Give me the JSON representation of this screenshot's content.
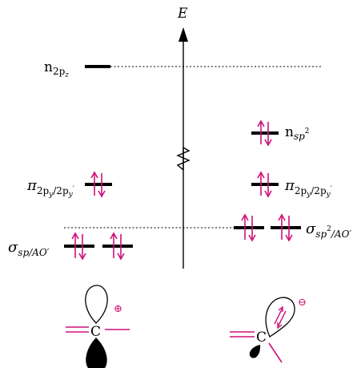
{
  "colors": {
    "ink": "#000000",
    "electron": "#d0107a",
    "bond": "#d0107a"
  },
  "axis": {
    "label": "E"
  },
  "left_levels": {
    "n": {
      "main": "n",
      "sub": "2p",
      "subsub": "z"
    },
    "pi": {
      "main": "π",
      "sub": "2p",
      "subsub1": "y",
      "sep": "/2p",
      "subsub2": "y",
      "prime": "′"
    },
    "sigma": {
      "main": "σ",
      "sub": "sp/AO′"
    }
  },
  "right_levels": {
    "n": {
      "main": "n",
      "sub": "sp",
      "sup": "2"
    },
    "pi": {
      "main": "π",
      "sub": "2p",
      "subsub1": "y",
      "sep": "/2p",
      "subsub2": "y",
      "prime": "′"
    },
    "sigma": {
      "main": "σ",
      "sub": "sp",
      "sup": "2",
      "tail": "/AO′"
    }
  },
  "structures": {
    "left": {
      "atom": "C",
      "charge": "⊕"
    },
    "right": {
      "atom": "C",
      "charge": "⊖"
    }
  },
  "icons": {
    "break": "zigzag-axis-break-icon",
    "arrow": "arrow-up-icon",
    "pair": "electron-pair-arrows-icon"
  }
}
